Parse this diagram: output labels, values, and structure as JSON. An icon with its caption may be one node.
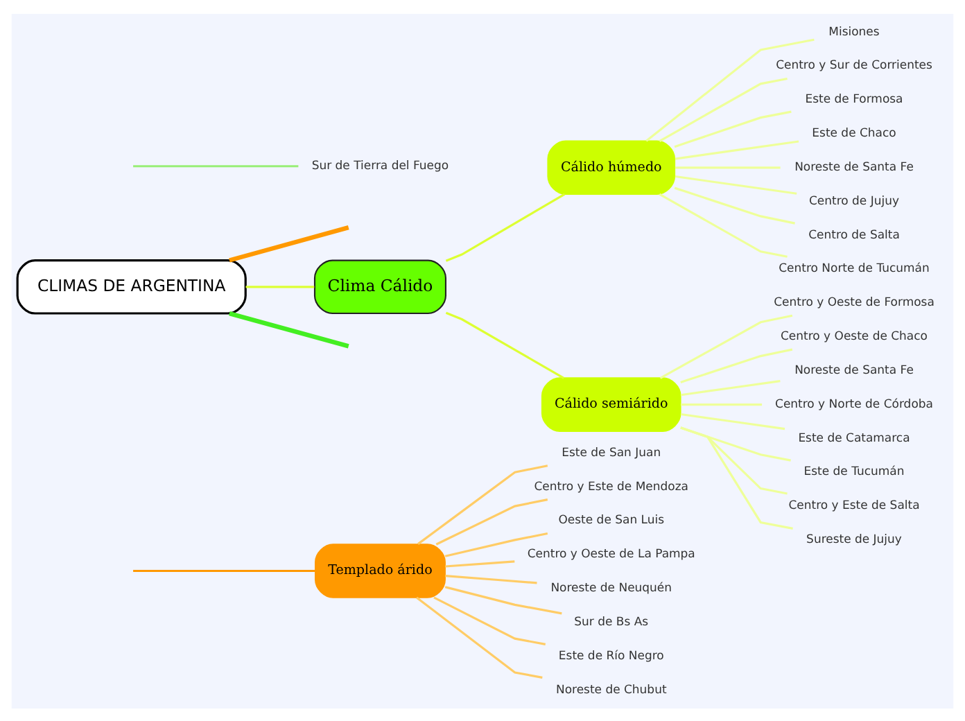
{
  "diagram": {
    "nodes": [
      {
        "text": [
          "Templado árido"
        ]
      },
      {
        "text": [
          "Este de San Juan"
        ]
      },
      {
        "text": [
          "Centro y Este de Mendoza"
        ]
      },
      {
        "text": [
          "Oeste de San Luis"
        ]
      },
      {
        "text": [
          "Centro y Oeste de La Pampa"
        ]
      },
      {
        "text": [
          "Noreste de Neuquén"
        ]
      },
      {
        "text": [
          "Sur de Bs As"
        ]
      },
      {
        "text": [
          "Este de Río Negro"
        ]
      },
      {
        "text": [
          "Noreste de Chubut"
        ]
      },
      {
        "text": [
          "CLIMAS DE ARGENTINA"
        ]
      },
      {
        "text": [
          "Clima Cálido"
        ]
      },
      {
        "text": [
          "Cálido húmedo"
        ]
      },
      {
        "text": [
          "Misiones"
        ]
      },
      {
        "text": [
          "Centro y Sur de Corrientes"
        ]
      },
      {
        "text": [
          "Este de Formosa"
        ]
      },
      {
        "text": [
          "Este de Chaco"
        ]
      },
      {
        "text": [
          "Noreste de Santa Fe"
        ]
      },
      {
        "text": [
          "Centro de Jujuy"
        ]
      },
      {
        "text": [
          "Centro de Salta"
        ]
      },
      {
        "text": [
          "Centro Norte de Tucumán"
        ]
      },
      {
        "text": [
          "Cálido semiárido"
        ]
      },
      {
        "text": [
          "Centro y Oeste de Formosa"
        ]
      },
      {
        "text": [
          "Centro y Oeste de Chaco"
        ]
      },
      {
        "text": [
          "Noreste de Santa Fe"
        ]
      },
      {
        "text": [
          "Centro y Norte de Córdoba"
        ]
      },
      {
        "text": [
          "Este de Catamarca"
        ]
      },
      {
        "text": [
          "Este de Tucumán"
        ]
      },
      {
        "text": [
          "Centro y Este de Salta"
        ]
      },
      {
        "text": [
          "Sureste de Jujuy"
        ]
      },
      {
        "text": [
          "Sur de Tierra del Fuego"
        ]
      }
    ],
    "edges": [
      {
        "from": null,
        "to": 0,
        "arrow": "none",
        "color": "#ff9900"
      },
      {
        "from": 0,
        "to": 1,
        "arrow": "none",
        "color": "#ffcc66"
      },
      {
        "from": 0,
        "to": 2,
        "arrow": "none",
        "color": "#ffcc66"
      },
      {
        "from": 0,
        "to": 3,
        "arrow": "none",
        "color": "#ffcc66"
      },
      {
        "from": 0,
        "to": 4,
        "arrow": "none",
        "color": "#ffcc66"
      },
      {
        "from": 0,
        "to": 5,
        "arrow": "none",
        "color": "#ffcc66"
      },
      {
        "from": 0,
        "to": 6,
        "arrow": "none",
        "color": "#ffcc66"
      },
      {
        "from": 0,
        "to": 7,
        "arrow": "none",
        "color": "#ffcc66"
      },
      {
        "from": 0,
        "to": 8,
        "arrow": "none",
        "color": "#ffcc66"
      },
      {
        "from": 9,
        "to": null,
        "arrow": "none",
        "color": "#ff9900",
        "style": "thick"
      },
      {
        "from": 9,
        "to": 10,
        "arrow": "none",
        "color": "#ddff33"
      },
      {
        "from": 9,
        "to": null,
        "arrow": "none",
        "color": "#44ee22",
        "style": "thick"
      },
      {
        "from": 10,
        "to": 11,
        "arrow": "none",
        "color": "#ddff33"
      },
      {
        "from": 11,
        "to": 12,
        "arrow": "none",
        "color": "#eeff99"
      },
      {
        "from": 11,
        "to": 13,
        "arrow": "none",
        "color": "#eeff99"
      },
      {
        "from": 11,
        "to": 14,
        "arrow": "none",
        "color": "#eeff99"
      },
      {
        "from": 11,
        "to": 15,
        "arrow": "none",
        "color": "#eeff99"
      },
      {
        "from": 11,
        "to": 16,
        "arrow": "none",
        "color": "#eeff99"
      },
      {
        "from": 11,
        "to": 17,
        "arrow": "none",
        "color": "#eeff99"
      },
      {
        "from": 11,
        "to": 18,
        "arrow": "none",
        "color": "#eeff99"
      },
      {
        "from": 11,
        "to": 19,
        "arrow": "none",
        "color": "#eeff99"
      },
      {
        "from": 10,
        "to": 20,
        "arrow": "none",
        "color": "#ddff33"
      },
      {
        "from": 20,
        "to": 21,
        "arrow": "none",
        "color": "#eeff99"
      },
      {
        "from": 20,
        "to": 22,
        "arrow": "none",
        "color": "#eeff99"
      },
      {
        "from": 20,
        "to": 23,
        "arrow": "none",
        "color": "#eeff99"
      },
      {
        "from": 20,
        "to": 24,
        "arrow": "none",
        "color": "#eeff99"
      },
      {
        "from": 20,
        "to": 25,
        "arrow": "none",
        "color": "#eeff99"
      },
      {
        "from": 20,
        "to": 26,
        "arrow": "none",
        "color": "#eeff99"
      },
      {
        "from": 20,
        "to": 27,
        "arrow": "none",
        "color": "#eeff99"
      },
      {
        "from": 20,
        "to": 28,
        "arrow": "none",
        "color": "#eeff99"
      },
      {
        "from": null,
        "to": 29,
        "arrow": "none",
        "color": "#99ee77"
      }
    ]
  }
}
